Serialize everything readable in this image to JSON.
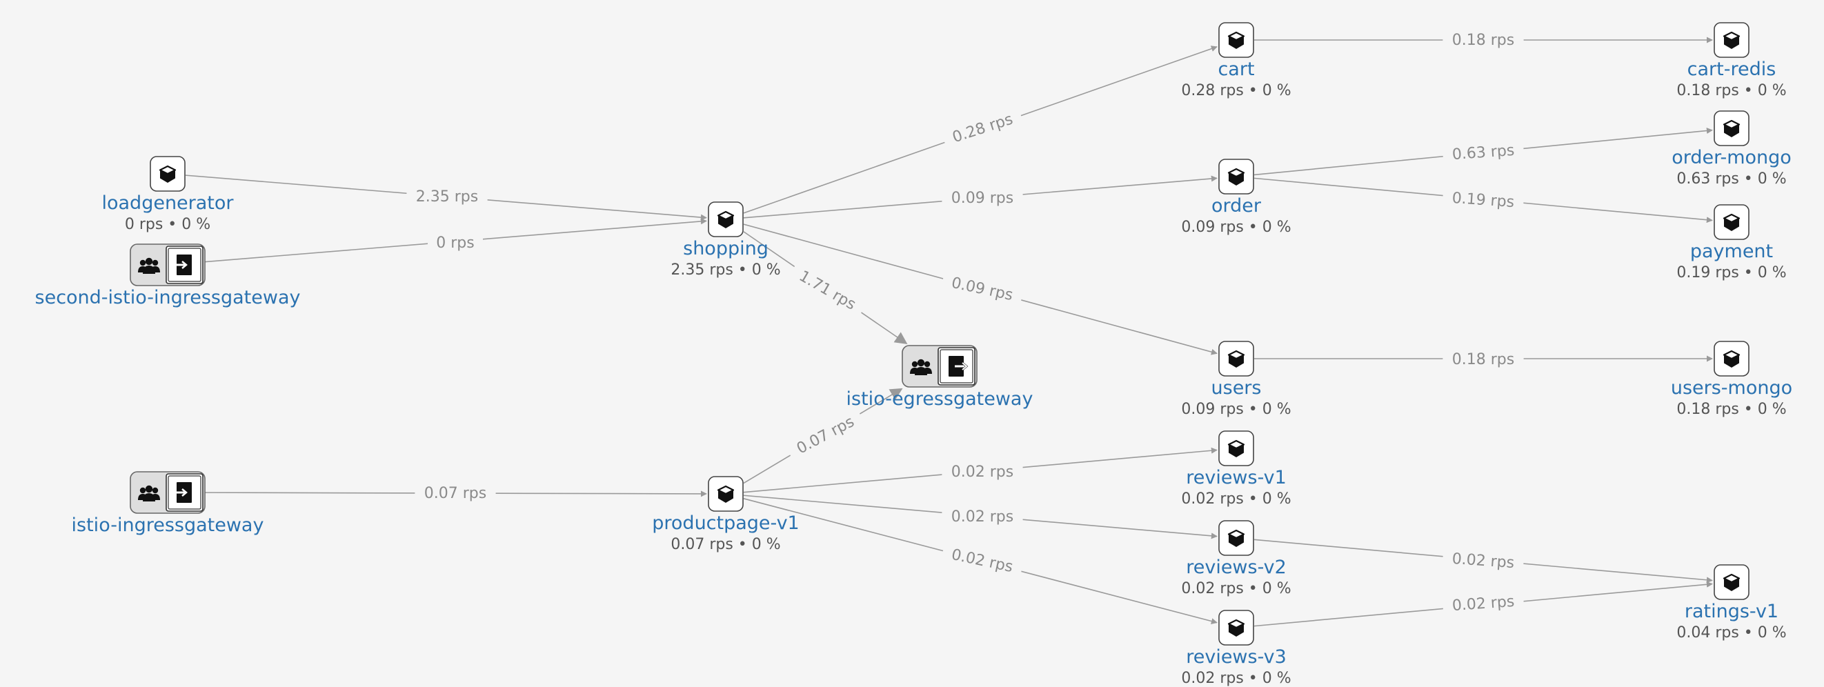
{
  "colors": {
    "node_label": "#2b72b0",
    "stats": "#555555",
    "edge": "#9a9a9a",
    "edge_label": "#8a8a8a",
    "background": "#f5f5f5"
  },
  "nodes": [
    {
      "id": "loadgenerator",
      "name": "loadgenerator",
      "stats": "0 rps • 0 %",
      "kind": "workload",
      "icon": "cube-icon"
    },
    {
      "id": "second-istio-ingressgateway",
      "name": "second-istio-ingressgateway",
      "stats": "",
      "kind": "ingress",
      "icon": "ingress-icon"
    },
    {
      "id": "istio-ingressgateway",
      "name": "istio-ingressgateway",
      "stats": "",
      "kind": "ingress",
      "icon": "ingress-icon"
    },
    {
      "id": "shopping",
      "name": "shopping",
      "stats": "2.35 rps • 0 %",
      "kind": "workload",
      "icon": "cube-icon"
    },
    {
      "id": "productpage-v1",
      "name": "productpage-v1",
      "stats": "0.07 rps • 0 %",
      "kind": "workload",
      "icon": "cube-icon"
    },
    {
      "id": "istio-egressgateway",
      "name": "istio-egressgateway",
      "stats": "",
      "kind": "egress",
      "icon": "egress-icon"
    },
    {
      "id": "cart",
      "name": "cart",
      "stats": "0.28 rps • 0 %",
      "kind": "workload",
      "icon": "cube-icon"
    },
    {
      "id": "order",
      "name": "order",
      "stats": "0.09 rps • 0 %",
      "kind": "workload",
      "icon": "cube-icon"
    },
    {
      "id": "users",
      "name": "users",
      "stats": "0.09 rps • 0 %",
      "kind": "workload",
      "icon": "cube-icon"
    },
    {
      "id": "reviews-v1",
      "name": "reviews-v1",
      "stats": "0.02 rps • 0 %",
      "kind": "workload",
      "icon": "cube-icon"
    },
    {
      "id": "reviews-v2",
      "name": "reviews-v2",
      "stats": "0.02 rps • 0 %",
      "kind": "workload",
      "icon": "cube-icon"
    },
    {
      "id": "reviews-v3",
      "name": "reviews-v3",
      "stats": "0.02 rps • 0 %",
      "kind": "workload",
      "icon": "cube-icon"
    },
    {
      "id": "cart-redis",
      "name": "cart-redis",
      "stats": "0.18 rps • 0 %",
      "kind": "workload",
      "icon": "cube-icon"
    },
    {
      "id": "order-mongo",
      "name": "order-mongo",
      "stats": "0.63 rps • 0 %",
      "kind": "workload",
      "icon": "cube-icon"
    },
    {
      "id": "payment",
      "name": "payment",
      "stats": "0.19 rps • 0 %",
      "kind": "workload",
      "icon": "cube-icon"
    },
    {
      "id": "users-mongo",
      "name": "users-mongo",
      "stats": "0.18 rps • 0 %",
      "kind": "workload",
      "icon": "cube-icon"
    },
    {
      "id": "ratings-v1",
      "name": "ratings-v1",
      "stats": "0.04 rps • 0 %",
      "kind": "workload",
      "icon": "cube-icon"
    }
  ],
  "edges": [
    {
      "from": "loadgenerator",
      "to": "shopping",
      "label": "2.35 rps"
    },
    {
      "from": "second-istio-ingressgateway",
      "to": "shopping",
      "label": "0 rps"
    },
    {
      "from": "istio-ingressgateway",
      "to": "productpage-v1",
      "label": "0.07 rps"
    },
    {
      "from": "shopping",
      "to": "cart",
      "label": "0.28 rps"
    },
    {
      "from": "shopping",
      "to": "order",
      "label": "0.09 rps"
    },
    {
      "from": "shopping",
      "to": "users",
      "label": "0.09 rps"
    },
    {
      "from": "shopping",
      "to": "istio-egressgateway",
      "label": "1.71 rps"
    },
    {
      "from": "productpage-v1",
      "to": "istio-egressgateway",
      "label": "0.07 rps"
    },
    {
      "from": "productpage-v1",
      "to": "reviews-v1",
      "label": "0.02 rps"
    },
    {
      "from": "productpage-v1",
      "to": "reviews-v2",
      "label": "0.02 rps"
    },
    {
      "from": "productpage-v1",
      "to": "reviews-v3",
      "label": "0.02 rps"
    },
    {
      "from": "cart",
      "to": "cart-redis",
      "label": "0.18 rps"
    },
    {
      "from": "order",
      "to": "order-mongo",
      "label": "0.63 rps"
    },
    {
      "from": "order",
      "to": "payment",
      "label": "0.19 rps"
    },
    {
      "from": "users",
      "to": "users-mongo",
      "label": "0.18 rps"
    },
    {
      "from": "reviews-v2",
      "to": "ratings-v1",
      "label": "0.02 rps"
    },
    {
      "from": "reviews-v3",
      "to": "ratings-v1",
      "label": "0.02 rps"
    }
  ]
}
